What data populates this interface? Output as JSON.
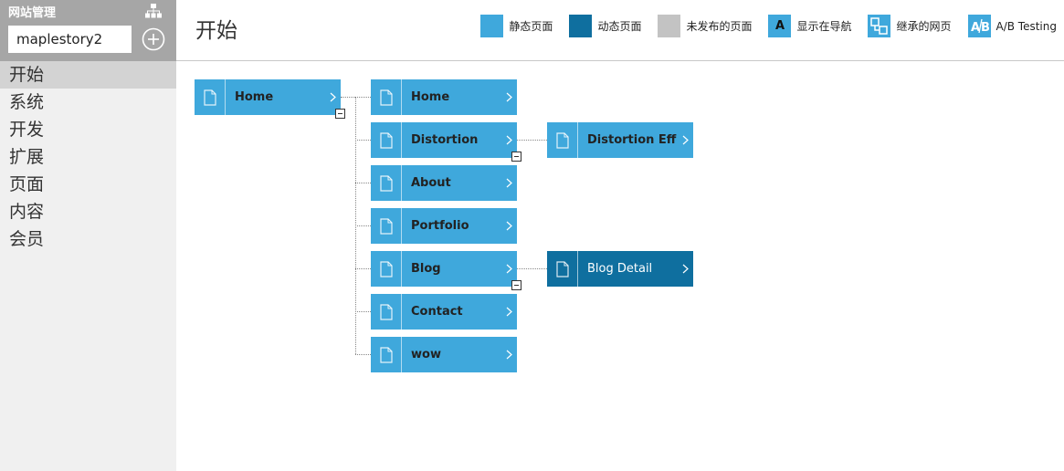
{
  "sidebar": {
    "title": "网站管理",
    "site_value": "maplestory2",
    "nav": [
      "开始",
      "系统",
      "开发",
      "扩展",
      "页面",
      "内容",
      "会员"
    ],
    "active_index": 0
  },
  "header": {
    "title": "开始"
  },
  "legend": [
    {
      "label": "静态页面",
      "color": "#3fa8dc",
      "glyph": ""
    },
    {
      "label": "动态页面",
      "color": "#0f6f9f",
      "glyph": ""
    },
    {
      "label": "未发布的页面",
      "color": "#c3c3c3",
      "glyph": ""
    },
    {
      "label": "显示在导航",
      "color": "#3fa8dc",
      "glyph": "A"
    },
    {
      "label": "继承的网页",
      "color": "#3fa8dc",
      "glyph": "inherit-icon"
    },
    {
      "label": "A/B Testing",
      "color": "#3fa8dc",
      "glyph": "AB"
    }
  ],
  "colors": {
    "static": "#3fa8dc",
    "dynamic": "#0f6f9f",
    "unpublished": "#c3c3c3"
  },
  "tree": {
    "root": {
      "label": "Home",
      "type": "static"
    },
    "children": [
      {
        "label": "Home",
        "type": "static",
        "children": []
      },
      {
        "label": "Distortion",
        "type": "static",
        "children": [
          {
            "label": "Distortion Effect",
            "type": "static"
          }
        ]
      },
      {
        "label": "About",
        "type": "static",
        "children": []
      },
      {
        "label": "Portfolio",
        "type": "static",
        "children": []
      },
      {
        "label": "Blog",
        "type": "static",
        "children": [
          {
            "label": "Blog Detail",
            "type": "dynamic"
          }
        ]
      },
      {
        "label": "Contact",
        "type": "static",
        "children": []
      },
      {
        "label": "wow",
        "type": "static",
        "children": []
      }
    ]
  }
}
